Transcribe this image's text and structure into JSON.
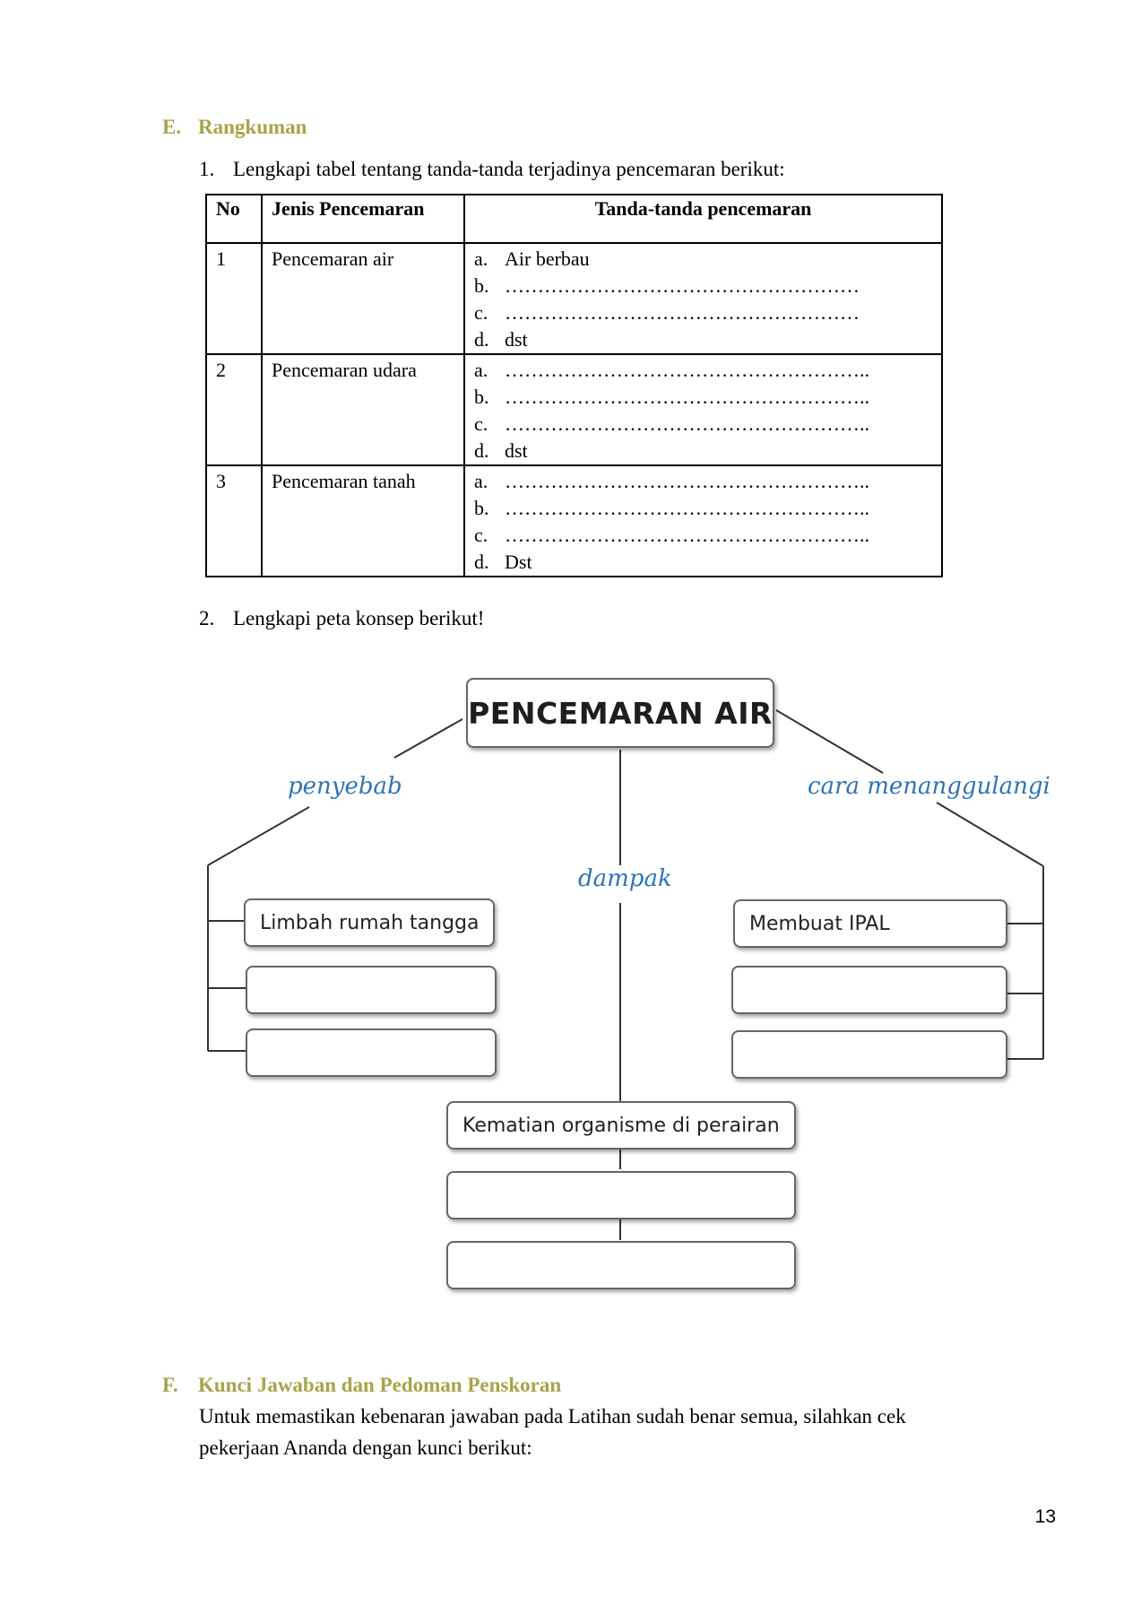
{
  "section_e": {
    "letter": "E.",
    "title": "Rangkuman"
  },
  "q1": {
    "num": "1.",
    "text": "Lengkapi tabel tentang tanda-tanda terjadinya pencemaran berikut:"
  },
  "table": {
    "headers": [
      "No",
      "Jenis Pencemaran",
      "Tanda-tanda pencemaran"
    ],
    "rows": [
      {
        "no": "1",
        "jenis": "Pencemaran air",
        "items": [
          {
            "letter": "a.",
            "text": "Air berbau"
          },
          {
            "letter": "b.",
            "text": "………………………………………………"
          },
          {
            "letter": "c.",
            "text": "………………………………………………"
          },
          {
            "letter": "d.",
            "text": "dst"
          }
        ]
      },
      {
        "no": "2",
        "jenis": "Pencemaran udara",
        "items": [
          {
            "letter": "a.",
            "text": "……………………………………………….."
          },
          {
            "letter": "b.",
            "text": "……………………………………………….."
          },
          {
            "letter": "c.",
            "text": "……………………………………………….."
          },
          {
            "letter": "d.",
            "text": "dst"
          }
        ]
      },
      {
        "no": "3",
        "jenis": "Pencemaran tanah",
        "items": [
          {
            "letter": "a.",
            "text": "……………………………………………….."
          },
          {
            "letter": "b.",
            "text": "……………………………………………….."
          },
          {
            "letter": "c.",
            "text": "……………………………………………….."
          },
          {
            "letter": "d.",
            "text": "Dst"
          }
        ]
      }
    ]
  },
  "q2": {
    "num": "2.",
    "text": "Lengkapi peta konsep berikut!"
  },
  "concept_map": {
    "title": "PENCEMARAN AIR",
    "label_left": "penyebab",
    "label_center": "dampak",
    "label_right": "cara menanggulangi",
    "left_boxes": [
      "Limbah rumah tangga",
      "",
      ""
    ],
    "center_boxes": [
      "Kematian organisme di perairan",
      "",
      ""
    ],
    "right_boxes": [
      "Membuat IPAL",
      "",
      ""
    ]
  },
  "section_f": {
    "letter": "F.",
    "title": "Kunci Jawaban dan Pedoman Penskoran",
    "line1": "Untuk memastikan kebenaran jawaban pada Latihan sudah benar semua, silahkan cek",
    "line2": "pekerjaan Ananda dengan kunci berikut:"
  },
  "page_number": "13",
  "colors": {
    "heading": "#a8a349",
    "map_label": "#2e74b5"
  }
}
